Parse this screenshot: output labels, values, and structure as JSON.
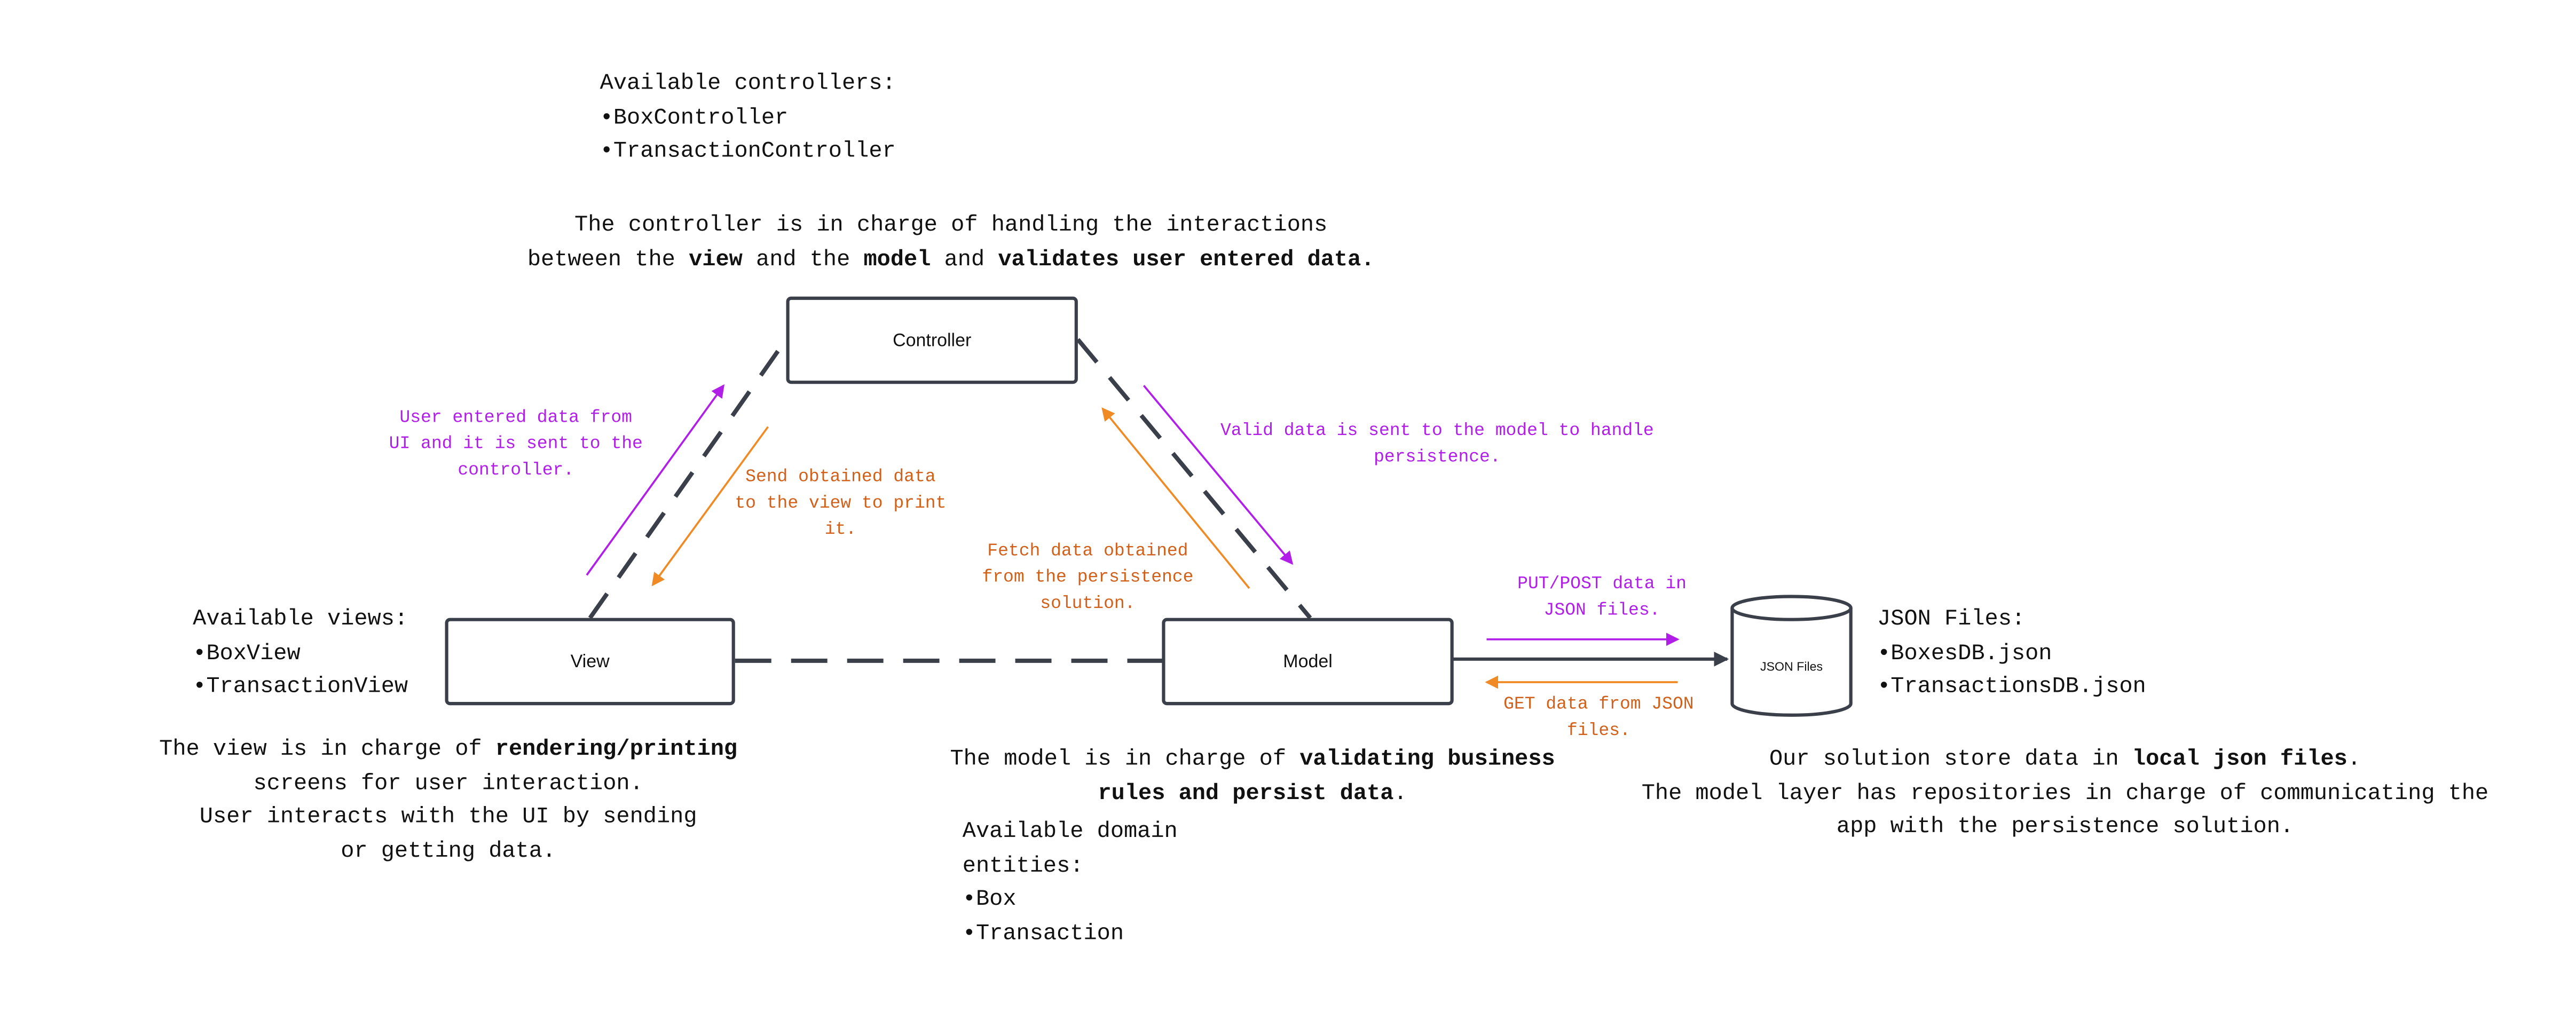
{
  "components": {
    "controller": "Controller",
    "view": "View",
    "model": "Model",
    "storage": "JSON Files"
  },
  "controllers_list": {
    "heading": "Available controllers:",
    "items": [
      "•BoxController",
      "•TransactionController"
    ]
  },
  "controller_desc": {
    "line1": "The controller is in charge of handling the interactions",
    "line2_a": "between the ",
    "line2_b": "view",
    "line2_c": " and the ",
    "line2_d": "model",
    "line2_e": " and ",
    "line2_f": "validates user entered data."
  },
  "views_list": {
    "heading": "Available views:",
    "items": [
      "•BoxView",
      "•TransactionView"
    ]
  },
  "view_desc": {
    "line1_a": "The view is in charge of ",
    "line1_b": "rendering/printing",
    "line2": "screens for user interaction.",
    "line3": "User interacts with the UI by sending",
    "line4": "or getting data."
  },
  "model_desc": {
    "line1_a": "The model is in charge of ",
    "line1_b": "validating business",
    "line2_a": "rules and persist data",
    "line2_b": "."
  },
  "entities_list": {
    "heading_line1": "Available domain",
    "heading_line2": "entities:",
    "items": [
      "•Box",
      "•Transaction"
    ]
  },
  "json_list": {
    "heading": "JSON Files:",
    "items": [
      "•BoxesDB.json",
      "•TransactionsDB.json"
    ]
  },
  "storage_desc": {
    "line1_a": "Our solution store data in ",
    "line1_b": "local json files",
    "line1_c": ".",
    "line2": "The model layer has repositories in charge of communicating the",
    "line3": "app with the persistence solution."
  },
  "arrow_labels": {
    "user_data": [
      "User entered data from",
      "UI and it is sent to the",
      "controller."
    ],
    "send_obtained": [
      "Send obtained data",
      "to the view to print",
      "it."
    ],
    "valid_data": [
      "Valid data is sent to the model to handle",
      "persistence."
    ],
    "fetch_data": [
      "Fetch data obtained",
      "from the persistence",
      "solution."
    ],
    "put_post": [
      "PUT/POST data in",
      "JSON files."
    ],
    "get_data": [
      "GET data from JSON",
      "files."
    ]
  },
  "colors": {
    "request_arrow": "#b01ee8",
    "response_arrow": "#f08a24",
    "connector": "#3a3f4a"
  }
}
